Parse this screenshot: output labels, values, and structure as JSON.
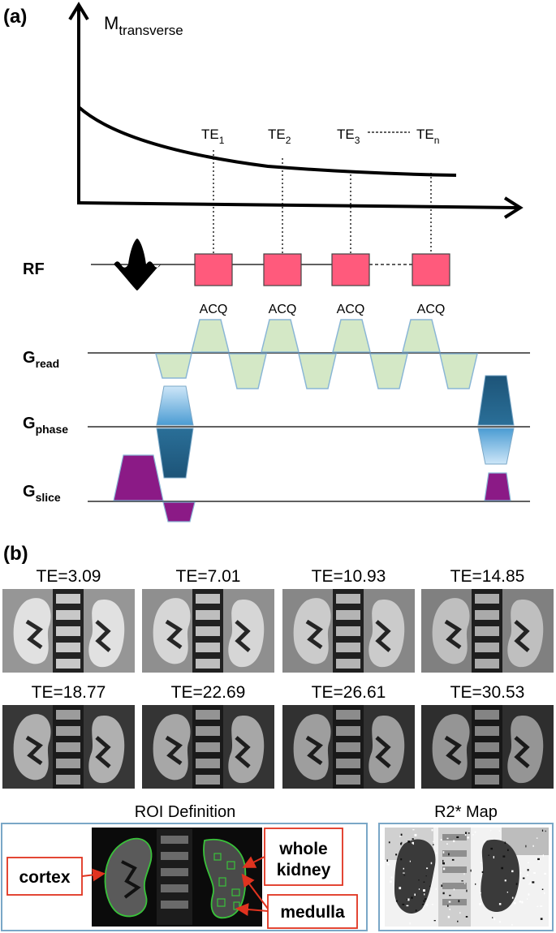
{
  "panel_a": {
    "label": "(a)",
    "signal": {
      "symbol": "M",
      "sub": "transverse"
    },
    "echo_times": [
      {
        "base": "TE",
        "sub": "1"
      },
      {
        "base": "TE",
        "sub": "2"
      },
      {
        "base": "TE",
        "sub": "3"
      },
      {
        "base": "TE",
        "sub": "n"
      }
    ],
    "rf_label": "RF",
    "acq_labels": [
      "ACQ",
      "ACQ",
      "ACQ",
      "ACQ"
    ],
    "gradients": [
      {
        "base": "G",
        "sub": "read"
      },
      {
        "base": "G",
        "sub": "phase"
      },
      {
        "base": "G",
        "sub": "slice"
      }
    ],
    "colors": {
      "acq_box": "#ff5a7c",
      "read": "#d4e8c6",
      "read_edge": "#8ab6d6",
      "phase_dark": "#2a6f98",
      "phase_light": "#a9d4f2",
      "slice": "#8b1a86"
    }
  },
  "panel_b": {
    "label": "(b)",
    "images": [
      {
        "te_label": "TE=3.09",
        "brightness": 1.0
      },
      {
        "te_label": "TE=7.01",
        "brightness": 0.95
      },
      {
        "te_label": "TE=10.93",
        "brightness": 0.9
      },
      {
        "te_label": "TE=14.85",
        "brightness": 0.85
      },
      {
        "te_label": "TE=18.77",
        "brightness": 0.78
      },
      {
        "te_label": "TE=22.69",
        "brightness": 0.74
      },
      {
        "te_label": "TE=26.61",
        "brightness": 0.7
      },
      {
        "te_label": "TE=30.53",
        "brightness": 0.66
      }
    ],
    "roi": {
      "title": "ROI Definition",
      "callouts": [
        "cortex",
        "whole kidney",
        "medulla"
      ]
    },
    "r2star": {
      "title": "R2* Map"
    },
    "colors": {
      "frame": "#7aa7c7",
      "callout": "#e0331f",
      "roi_outline": "#39c23a"
    }
  }
}
